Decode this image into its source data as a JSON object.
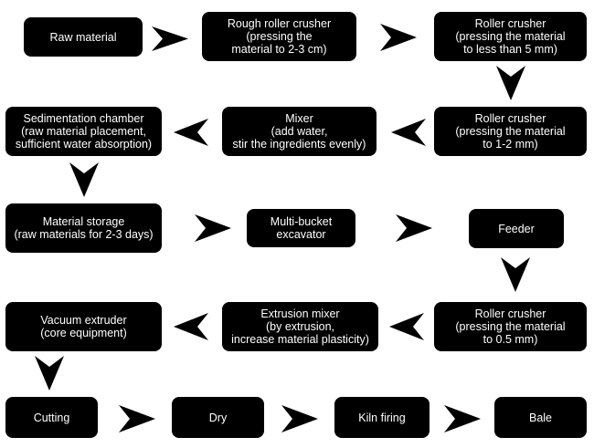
{
  "nodes": {
    "raw_material": [
      "Raw material"
    ],
    "rough_roller_crusher": [
      "Rough roller crusher",
      "(pressing the",
      "material to 2-3 cm)"
    ],
    "roller_crusher_1": [
      "Roller crusher",
      "(pressing the material",
      "to less than 5 mm)"
    ],
    "roller_crusher_2": [
      "Roller crusher",
      "(pressing the material",
      "to 1-2 mm)"
    ],
    "mixer": [
      "Mixer",
      "(add water,",
      "stir the ingredients evenly)"
    ],
    "sedimentation_chamber": [
      "Sedimentation chamber",
      "(raw material placement,",
      "sufficient water absorption)"
    ],
    "material_storage": [
      "Material storage",
      "(raw materials for 2-3 days)"
    ],
    "multi_bucket_excavator": [
      "Multi-bucket",
      "excavator"
    ],
    "feeder": [
      "Feeder"
    ],
    "roller_crusher_3": [
      "Roller crusher",
      "(pressing the material",
      "to 0.5 mm)"
    ],
    "extrusion_mixer": [
      "Extrusion mixer",
      "(by extrusion,",
      "increase material plasticity)"
    ],
    "vacuum_extruder": [
      "Vacuum extruder",
      "(core equipment)"
    ],
    "cutting": [
      "Cutting"
    ],
    "dry": [
      "Dry"
    ],
    "kiln_firing": [
      "Kiln firing"
    ],
    "bale": [
      "Bale"
    ]
  },
  "colors": {
    "node_fill": "#000000",
    "node_text": "#ffffff",
    "arrow": "#000000"
  },
  "icons": {
    "arrow": "chevron-arrow-icon"
  }
}
